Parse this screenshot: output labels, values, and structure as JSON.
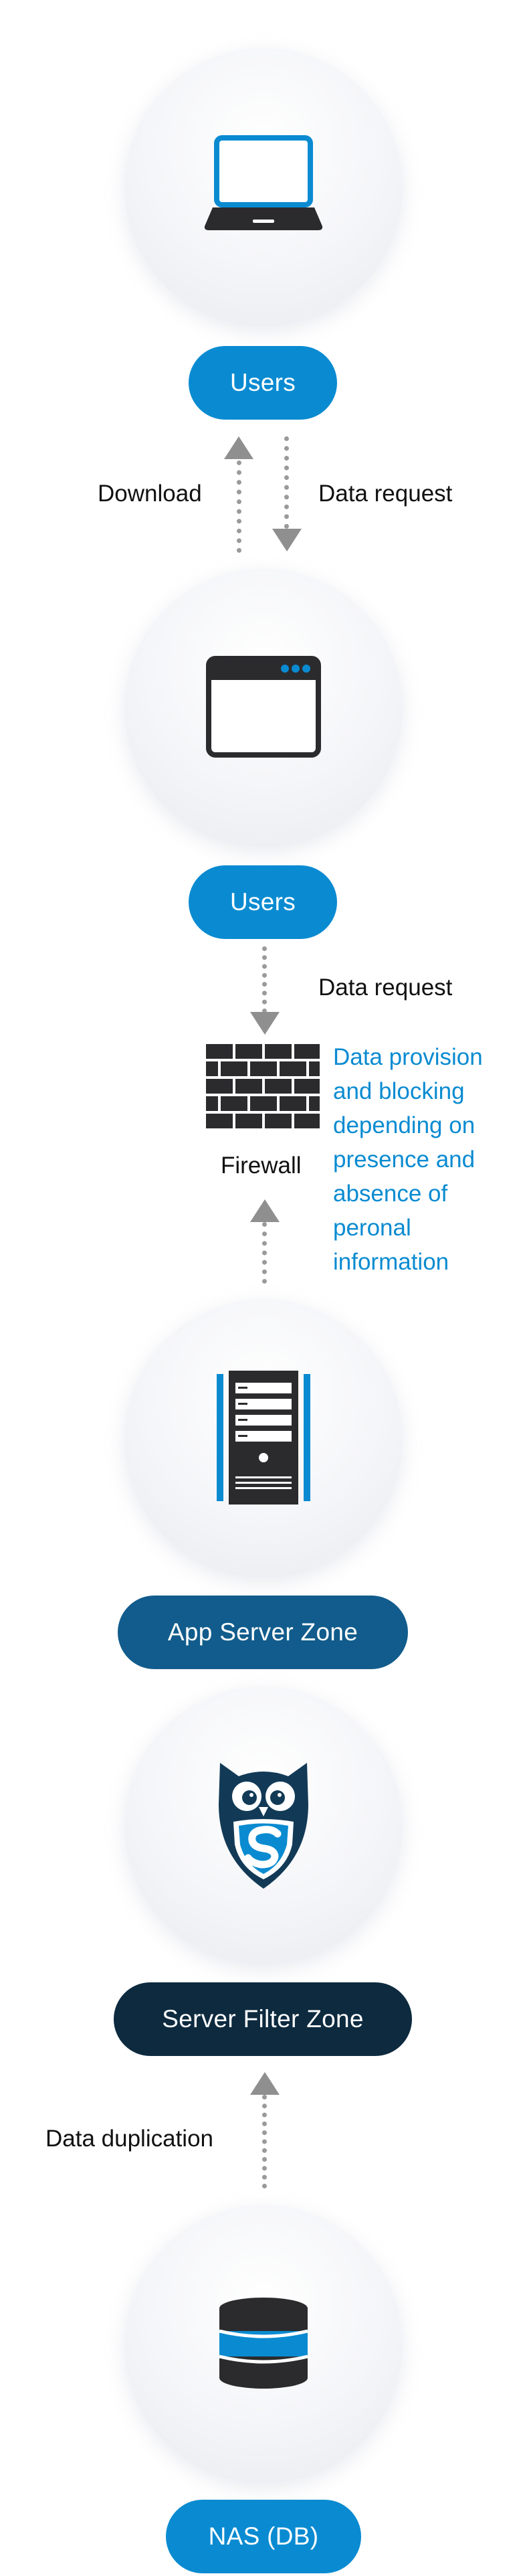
{
  "nodes": {
    "users_1": "Users",
    "users_2": "Users",
    "app_server": "App Server Zone",
    "server_filter": "Server Filter Zone",
    "nas": "NAS (DB)"
  },
  "edges": {
    "download": "Download",
    "data_request_1": "Data request",
    "data_request_2": "Data request",
    "data_duplication": "Data duplication"
  },
  "firewall": {
    "label": "Firewall",
    "note": "Data provision and blocking depending on presence and absence of peronal information"
  },
  "icons": {
    "laptop": "laptop-icon",
    "browser": "browser-window-icon",
    "firewall": "firewall-brick-icon",
    "server": "server-tower-icon",
    "owl": "owl-shield-logo",
    "database": "database-icon"
  },
  "colors": {
    "blue": "#0a8bd1",
    "teal": "#115c8c",
    "dark_navy": "#0d2a3f",
    "arrow_gray": "#8f8f8f"
  }
}
